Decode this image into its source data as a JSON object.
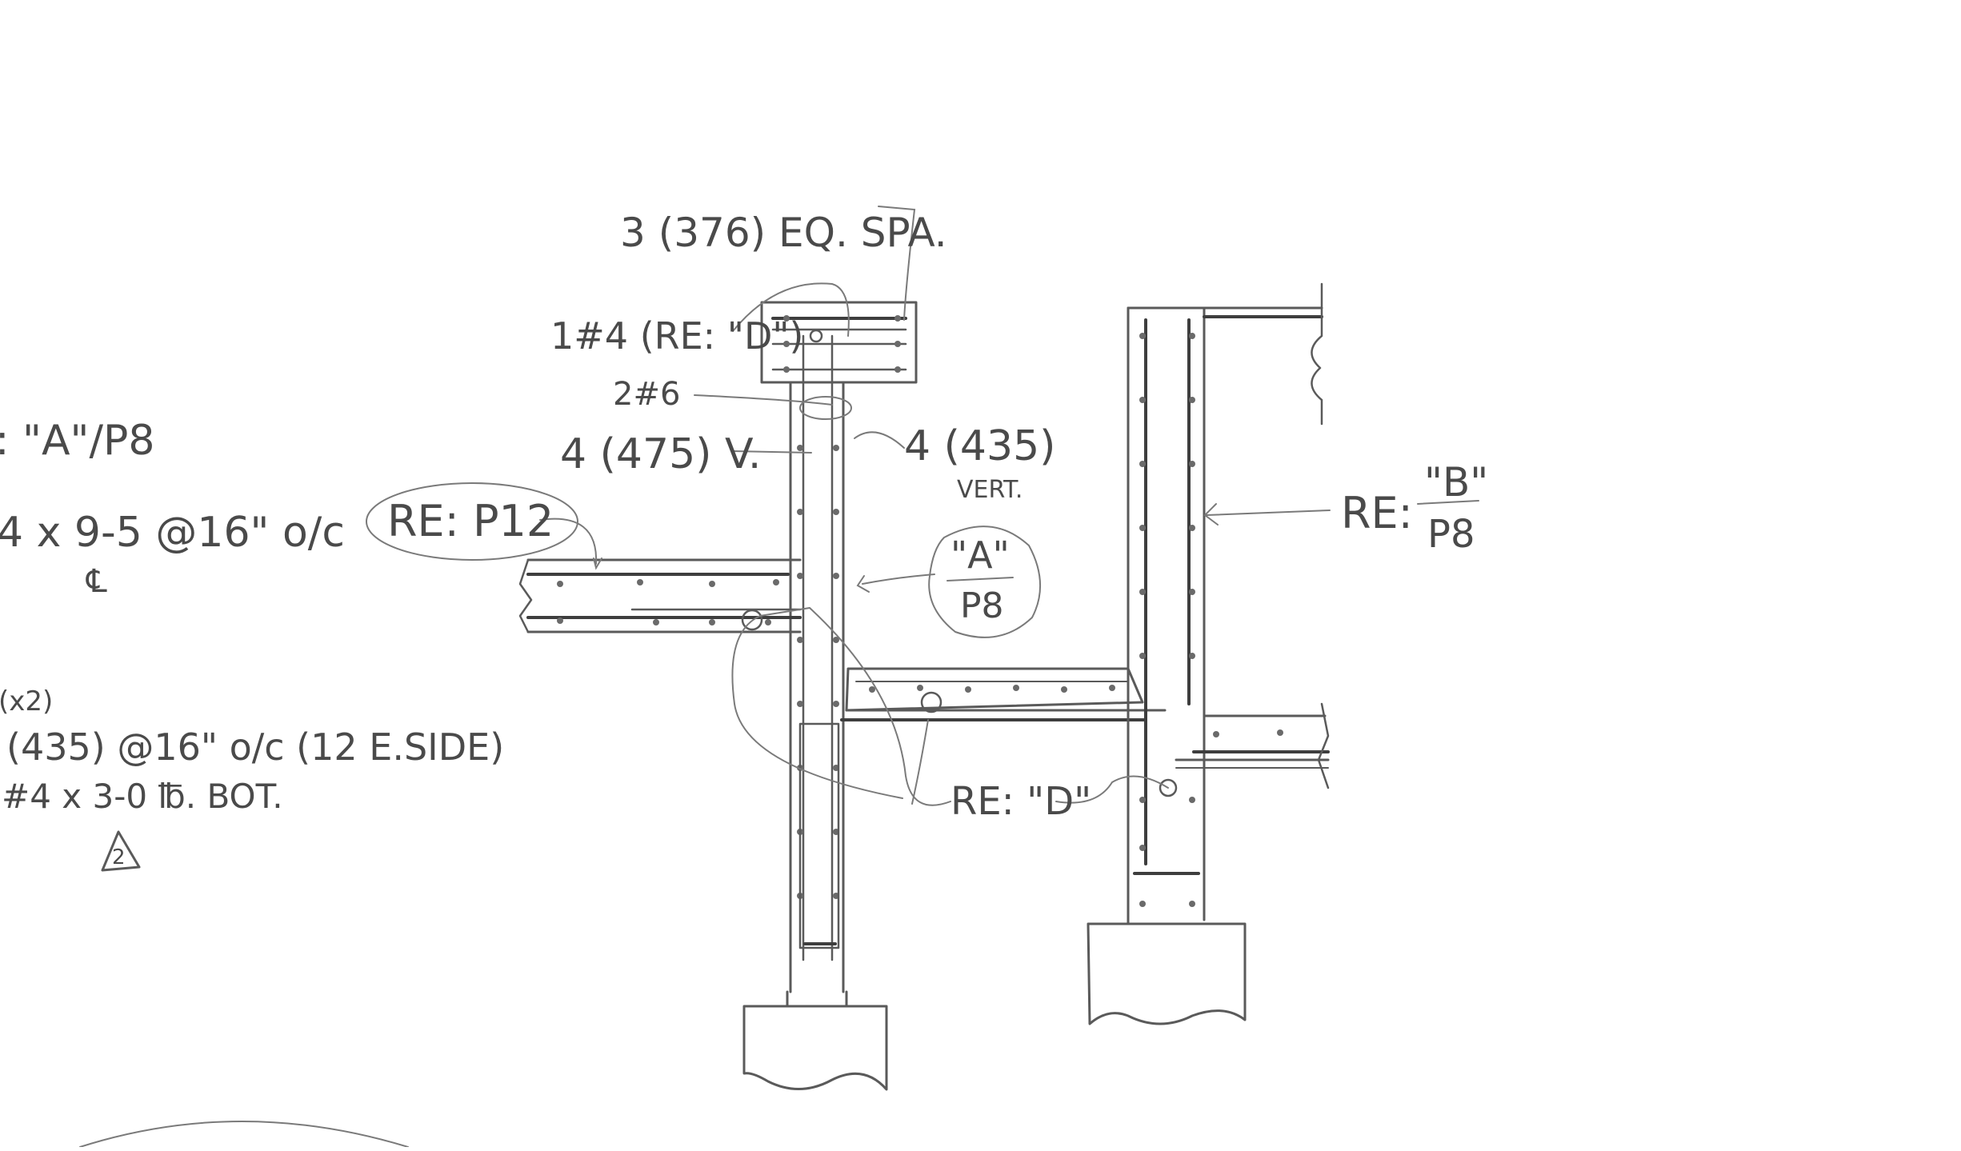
{
  "notes_left": {
    "line1": ": \"A\"/P8",
    "line2": "4 x 9-5 @16\" o/c",
    "line2b": "℄",
    "line3": "(x2)",
    "line4": "(435) @16\" o/c (12 E.SIDE)",
    "line5": "#4 x 3-0 ℔. BOT.",
    "revision": "2"
  },
  "callouts": {
    "top_spacing": "3 (376) EQ. SPA.",
    "ref_d_top": "1#4 (RE: \"D\")",
    "bars_2_6": "2#6",
    "vert_left": "4 (475) V.",
    "vert_right": "4 (435)",
    "vert_right_sub": "VERT.",
    "ref_p12": "RE: P12",
    "detail_a": "\"A\"",
    "detail_a_page": "P8",
    "ref_d_bottom": "RE: \"D\"",
    "ref_b_prefix": "RE:",
    "ref_b": "\"B\"",
    "ref_b_page": "P8"
  },
  "colors": {
    "ink": "#4a4a4a",
    "paper": "#ffffff"
  }
}
